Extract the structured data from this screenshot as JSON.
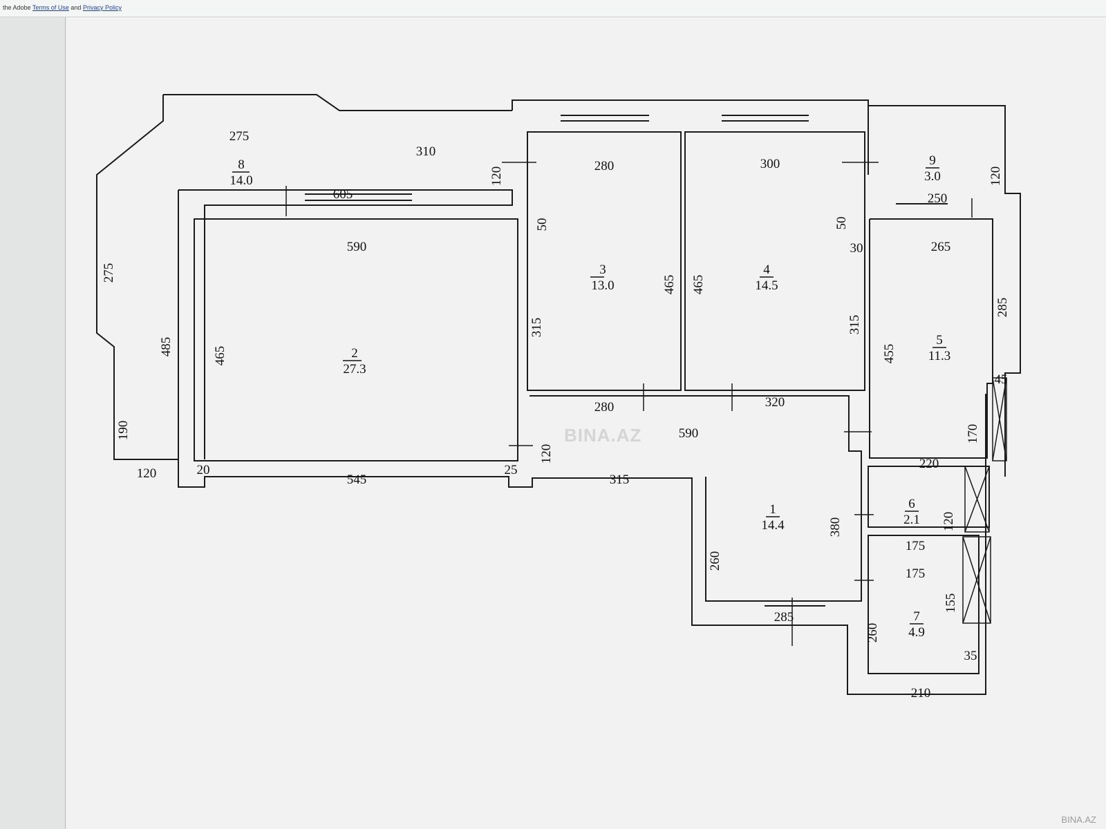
{
  "header": {
    "notice_prefix": "the Adobe",
    "terms_link": "Terms of Use",
    "and_text": "and",
    "privacy_link": "Privacy Policy"
  },
  "watermark": "BINA.AZ",
  "corner_watermark": "BINA.AZ",
  "rooms": [
    {
      "number": "1",
      "area": "14.4"
    },
    {
      "number": "2",
      "area": "27.3"
    },
    {
      "number": "3",
      "area": "13.0"
    },
    {
      "number": "4",
      "area": "14.5"
    },
    {
      "number": "5",
      "area": "11.3"
    },
    {
      "number": "6",
      "area": "2.1"
    },
    {
      "number": "7",
      "area": "4.9"
    },
    {
      "number": "8",
      "area": "14.0"
    },
    {
      "number": "9",
      "area": "3.0"
    }
  ],
  "dimensions": [
    "275",
    "310",
    "605",
    "120",
    "280",
    "300",
    "120",
    "250",
    "275",
    "590",
    "50",
    "50",
    "30",
    "265",
    "465",
    "465",
    "465",
    "485",
    "315",
    "315",
    "285",
    "455",
    "190",
    "280",
    "320",
    "45",
    "590",
    "120",
    "170",
    "220",
    "120",
    "20",
    "545",
    "25",
    "315",
    "380",
    "120",
    "175",
    "260",
    "175",
    "155",
    "285",
    "260",
    "35",
    "210"
  ]
}
